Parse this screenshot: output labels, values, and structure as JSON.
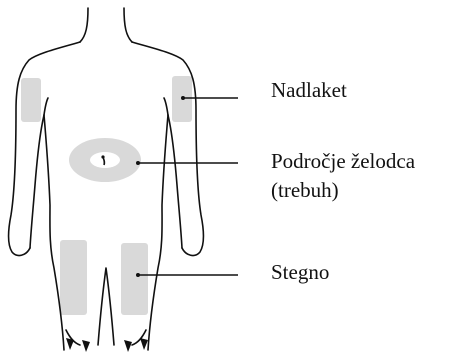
{
  "labels": {
    "upper_arm": "Nadlaket",
    "abdomen_line1": "Področje želodca",
    "abdomen_line2": "(trebuh)",
    "thigh": "Stegno"
  },
  "colors": {
    "outline": "#111111",
    "injection_zone": "#d9d9d9",
    "background": "#ffffff"
  }
}
